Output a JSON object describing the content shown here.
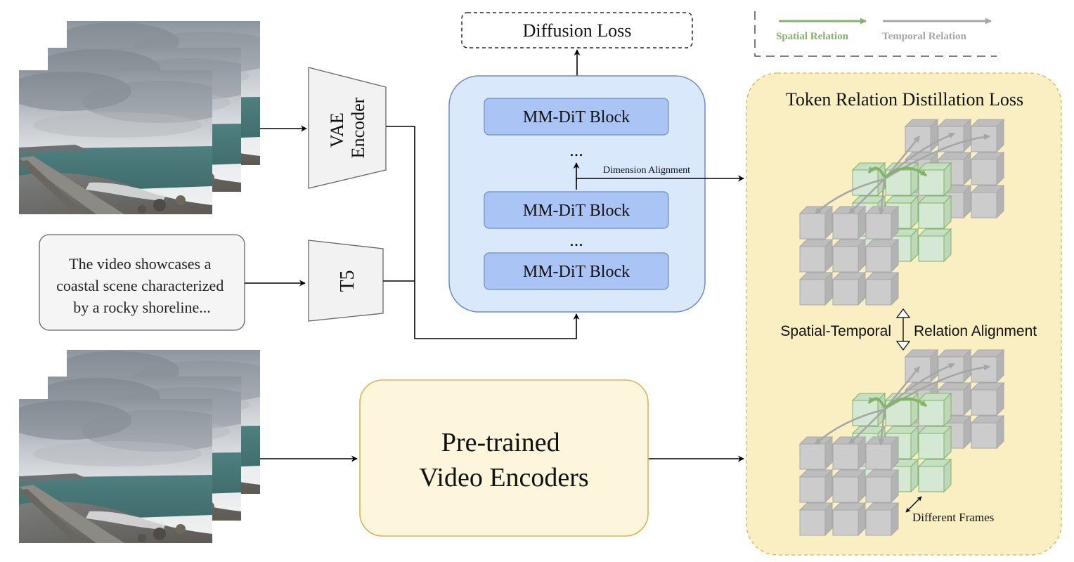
{
  "prompt_text": [
    "The video showcases a",
    "coastal scene characterized",
    "by a rocky shoreline..."
  ],
  "vae_encoder_lines": [
    "VAE",
    "Encoder"
  ],
  "t5_label": "T5",
  "diffusion_loss": "Diffusion Loss",
  "mmdit_block": "MM-DiT Block",
  "ellipsis": "...",
  "dimension_alignment": "Dimension Alignment",
  "pretrained_lines": [
    "Pre-trained",
    "Video Encoders"
  ],
  "token_relation_title": "Token Relation Distillation Loss",
  "alignment_left": "Spatial-Temporal",
  "alignment_right": "Relation Alignment",
  "different_frames": "Different Frames",
  "legend": {
    "spatial": "Spatial Relation",
    "temporal": "Temporal Relation"
  },
  "colors": {
    "spatial_green": "#82b366",
    "temporal_gray": "#a6a6a6",
    "mmdit_fill": "#a9c4f5",
    "dit_panel_fill": "#dae8fc",
    "dit_panel_stroke": "#6c8ebf",
    "pretrained_fill": "#fdf6dd",
    "pretrained_stroke": "#d6b656",
    "token_panel_fill": "#f9efc2",
    "cube_gray": "#cccccc",
    "cube_green": "#d5e8d4"
  }
}
